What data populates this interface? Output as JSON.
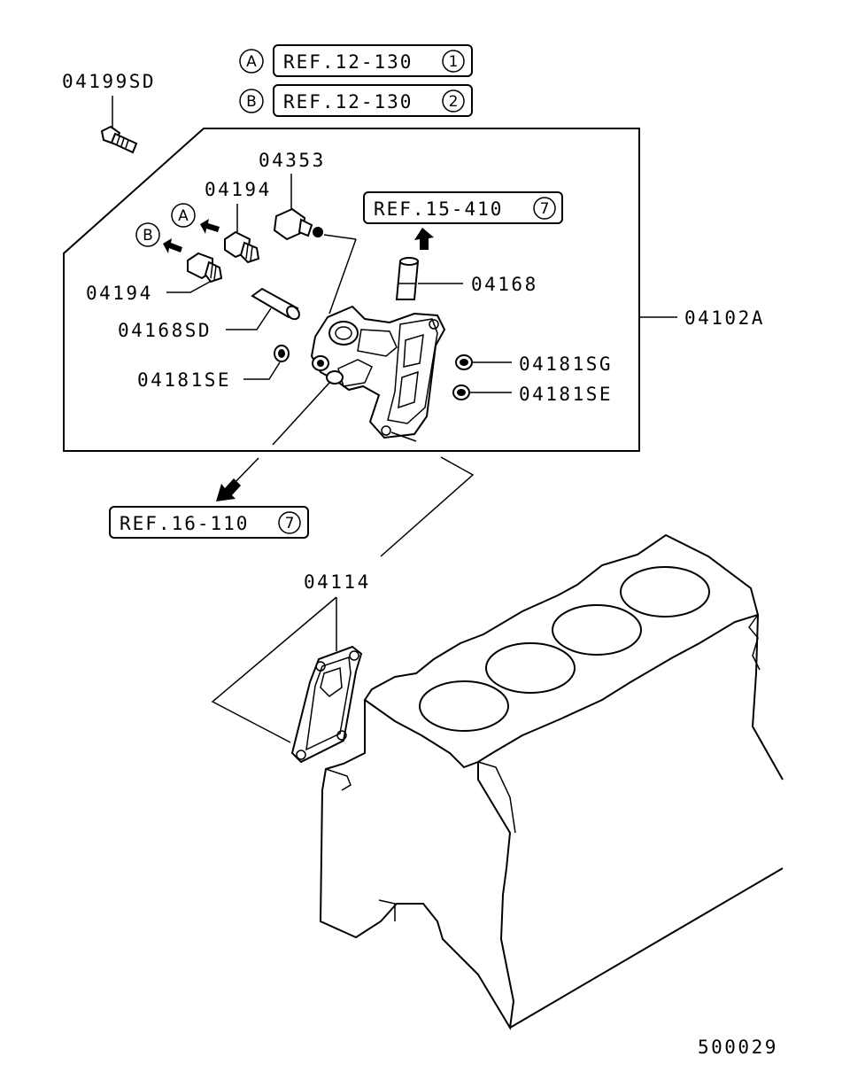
{
  "parts": {
    "p04199SD": "04199SD",
    "p04353": "04353",
    "p04194_upper": "04194",
    "p04194_lower": "04194",
    "p04168": "04168",
    "p04168SD": "04168SD",
    "p04181SE_left": "04181SE",
    "p04181SG": "04181SG",
    "p04181SE_right": "04181SE",
    "p04102A": "04102A",
    "p04114": "04114"
  },
  "refs": {
    "refA": {
      "letter": "A",
      "text": "REF.12-130",
      "num": "1"
    },
    "refB": {
      "letter": "B",
      "text": "REF.12-130",
      "num": "2"
    },
    "ref15": {
      "text": "REF.15-410",
      "num": "7"
    },
    "ref16": {
      "text": "REF.16-110",
      "num": "7"
    }
  },
  "arrow_markers": {
    "a": "A",
    "b": "B"
  },
  "figure_code": "500029"
}
